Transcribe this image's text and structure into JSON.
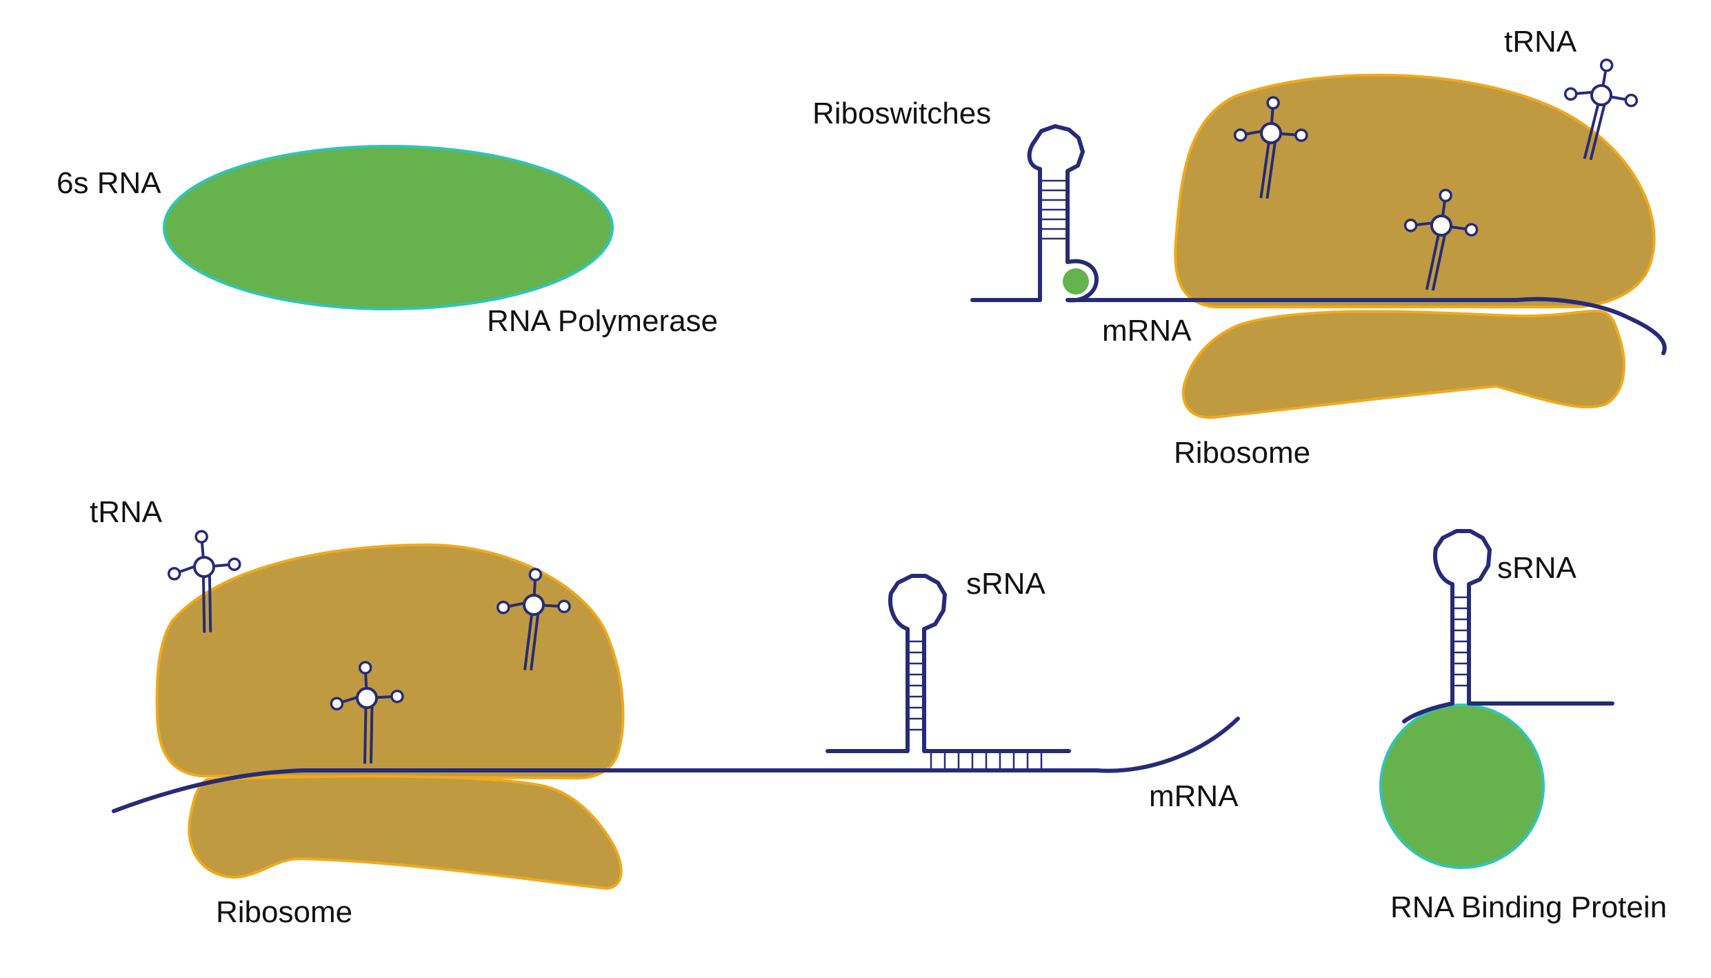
{
  "colors": {
    "strand": "#262b78",
    "ribosome_fill": "#bf9a40",
    "ribosome_edge": "#eeaa1e",
    "protein_fill": "#66b24d",
    "protein_edge": "#2fc5b8"
  },
  "labels": {
    "six_s_rna": "6s RNA",
    "rna_polymerase": "RNA Polymerase",
    "riboswitches": "Riboswitches",
    "trna_top": "tRNA",
    "mrna_top": "mRNA",
    "ribosome_top": "Ribosome",
    "trna_bottom": "tRNA",
    "srna_mid": "sRNA",
    "mrna_bottom": "mRNA",
    "ribosome_bottom": "Ribosome",
    "srna_right": "sRNA",
    "rna_binding_protein": "RNA Binding Protein"
  }
}
